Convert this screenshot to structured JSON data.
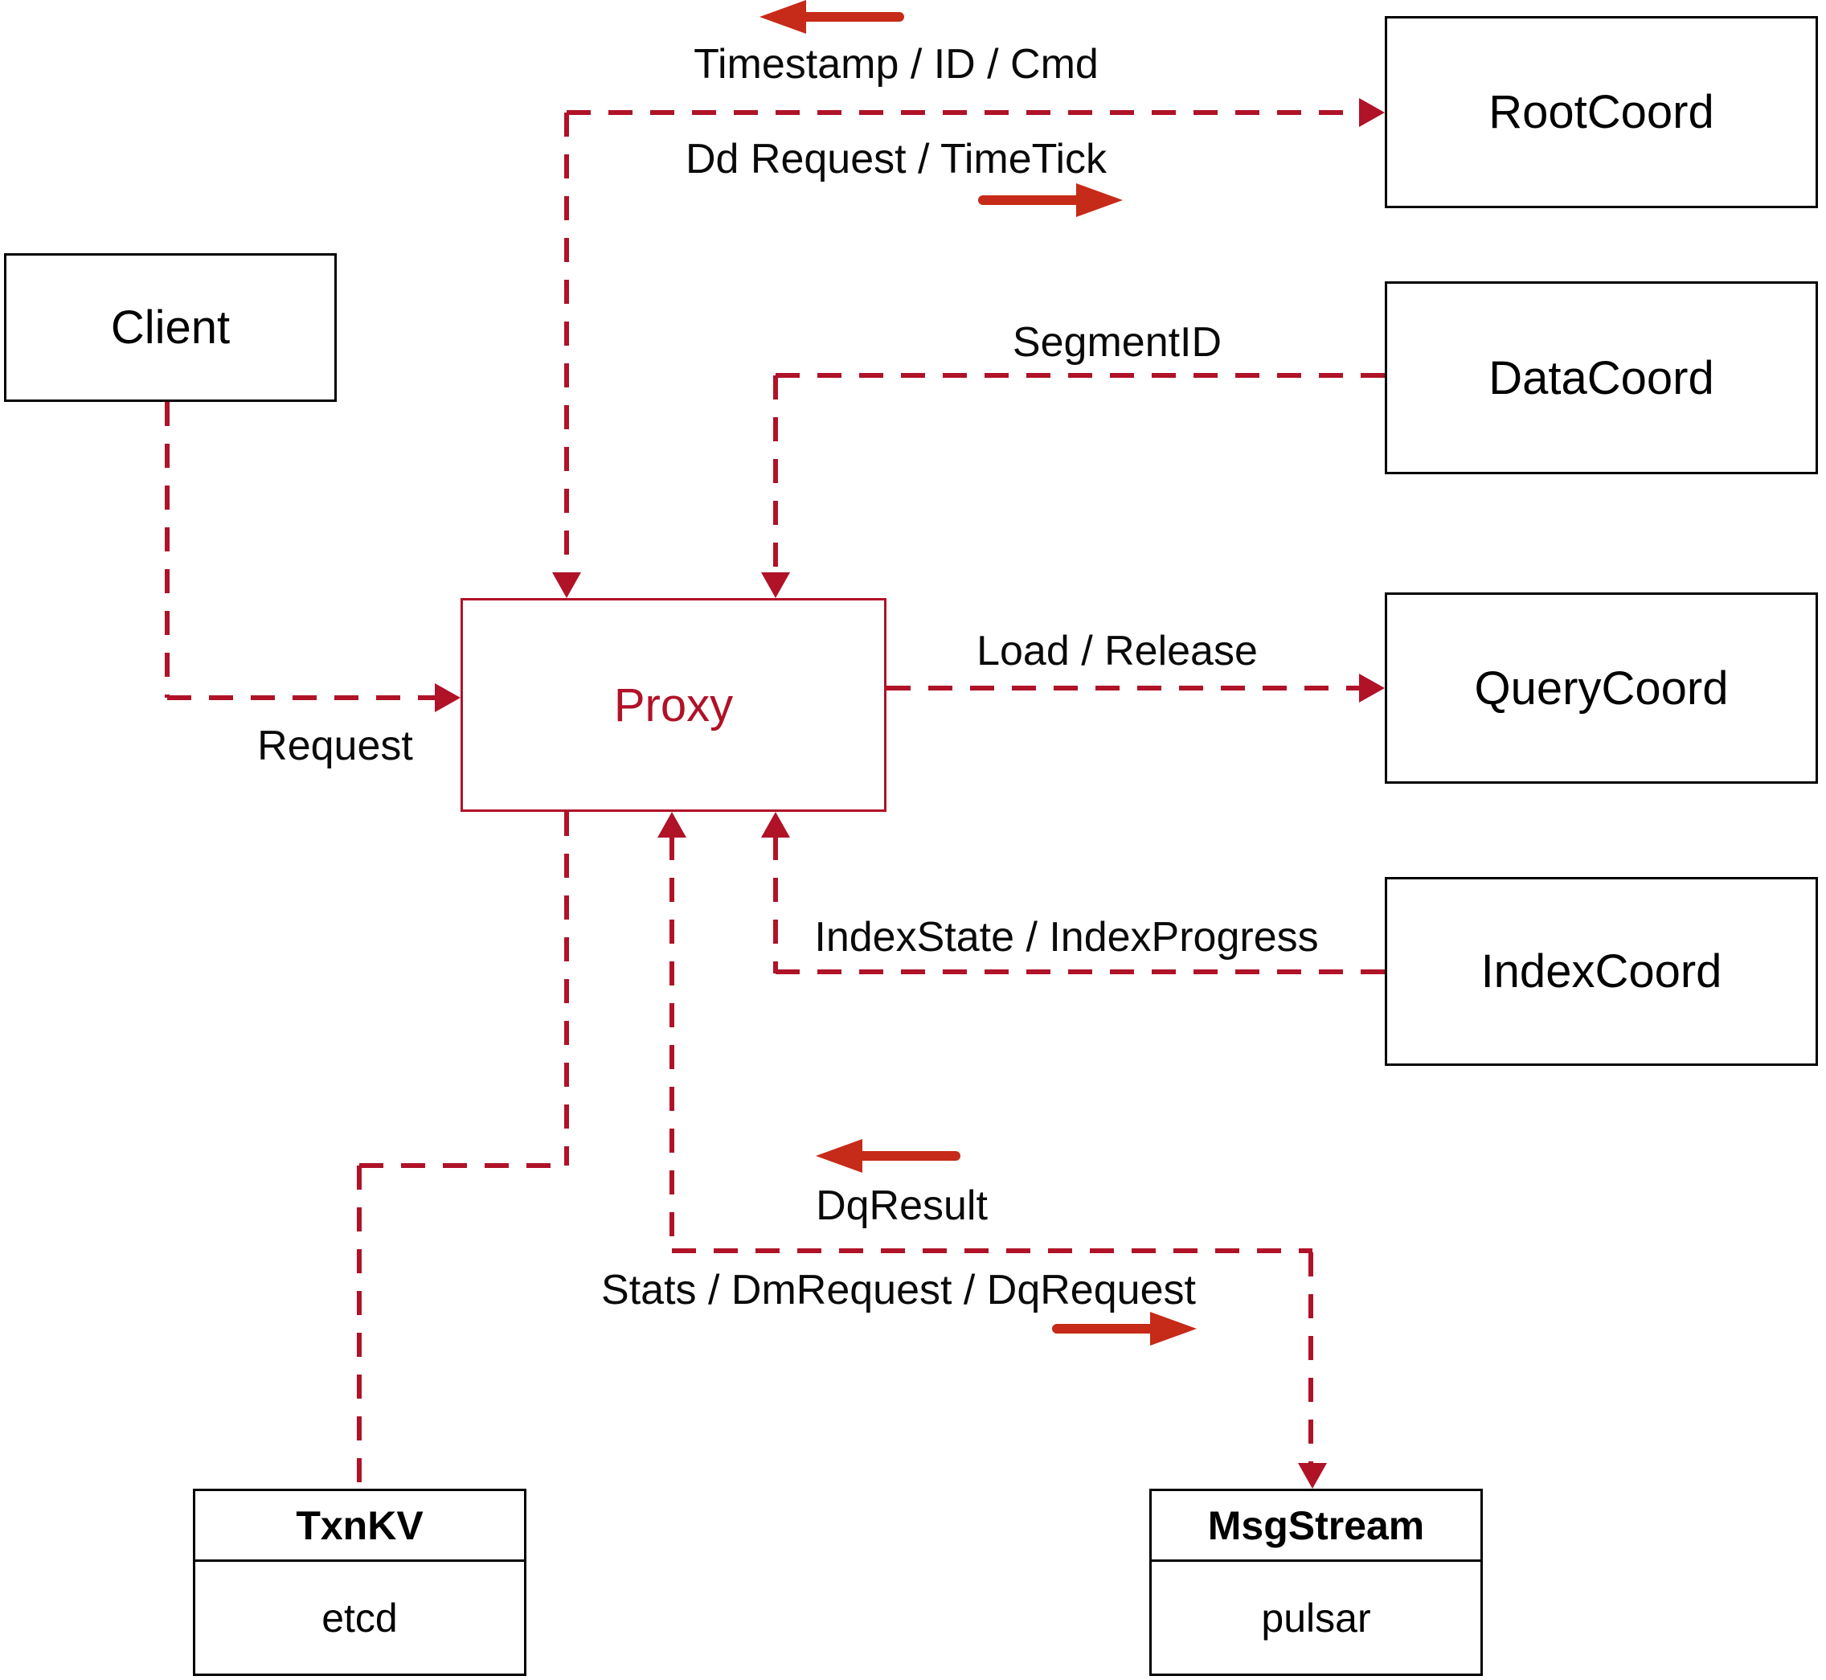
{
  "diagram": {
    "nodes": {
      "client": {
        "label": "Client"
      },
      "proxy": {
        "label": "Proxy"
      },
      "root_coord": {
        "label": "RootCoord"
      },
      "data_coord": {
        "label": "DataCoord"
      },
      "query_coord": {
        "label": "QueryCoord"
      },
      "index_coord": {
        "label": "IndexCoord"
      },
      "txn_kv": {
        "title": "TxnKV",
        "impl": "etcd"
      },
      "msg_stream": {
        "title": "MsgStream",
        "impl": "pulsar"
      }
    },
    "edge_labels": {
      "timestamp": "Timestamp / ID / Cmd",
      "dd_request": "Dd Request / TimeTick",
      "segment_id": "SegmentID",
      "load_release": "Load / Release",
      "request": "Request",
      "index_state": "IndexState / IndexProgress",
      "dq_result": "DqResult",
      "stats": "Stats / DmRequest / DqRequest"
    },
    "colors": {
      "dashed_line": "#b01228",
      "solid_arrow": "#c62a18",
      "proxy_accent": "#b01228",
      "box_border": "#000000"
    }
  }
}
